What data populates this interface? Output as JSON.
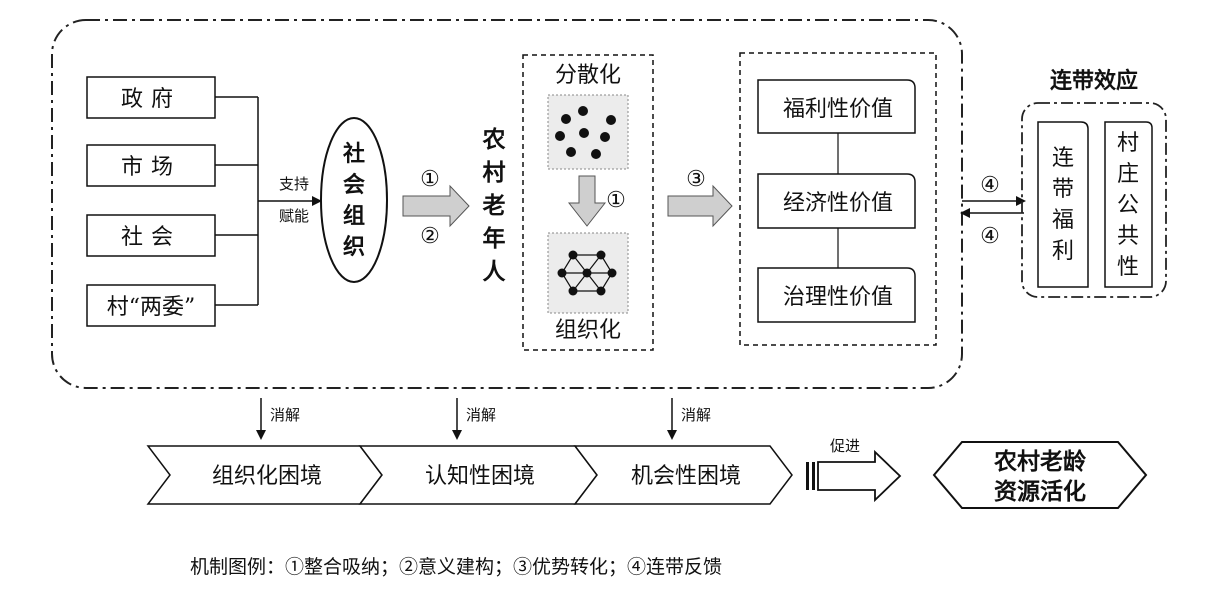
{
  "actors": [
    "政府",
    "市场",
    "社会",
    "村“两委”"
  ],
  "support_labels": [
    "支持",
    "赋能"
  ],
  "social_org": [
    "社",
    "会",
    "组",
    "织"
  ],
  "arrow1_labels": [
    "①",
    "②"
  ],
  "elderly": [
    "农",
    "村",
    "老",
    "年",
    "人"
  ],
  "transform": {
    "top": "分散化",
    "arrow_label": "①",
    "bottom": "组织化"
  },
  "arrow3_label": "③",
  "values": [
    "福利性价值",
    "经济性价值",
    "治理性价值"
  ],
  "feedback_labels": [
    "④",
    "④"
  ],
  "linkage": {
    "title": "连带效应",
    "col1": [
      "连",
      "带",
      "福",
      "利"
    ],
    "col2": [
      "村",
      "庄",
      "公",
      "共",
      "性"
    ]
  },
  "resolve_labels": [
    "消解",
    "消解",
    "消解"
  ],
  "dilemmas": [
    "组织化困境",
    "认知性困境",
    "机会性困境"
  ],
  "promote_label": "促进",
  "outcome": [
    "农村老龄",
    "资源活化"
  ],
  "legend": "机制图例：①整合吸纳；②意义建构；③优势转化；④连带反馈"
}
